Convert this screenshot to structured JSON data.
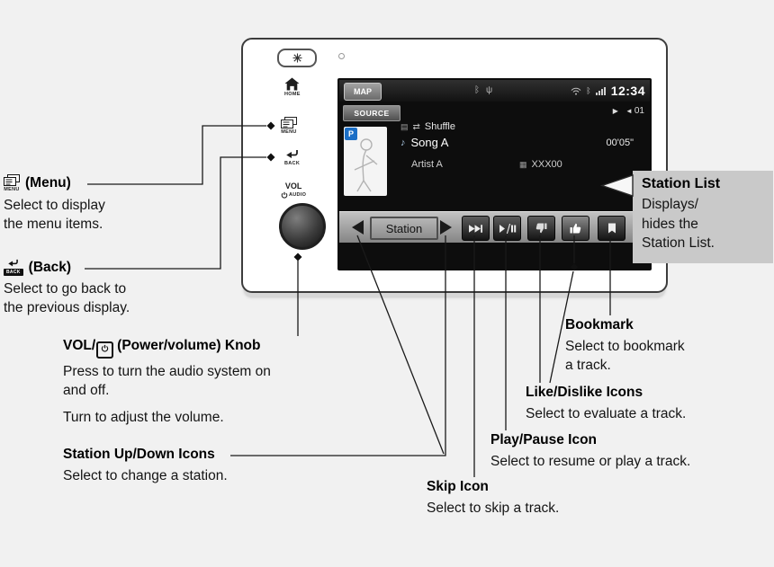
{
  "device": {
    "bezel": {
      "home": "HOME",
      "menu": "MENU",
      "back": "BACK",
      "vol": "VOL",
      "audio": "AUDIO"
    },
    "screen": {
      "map": "MAP",
      "clock": "12:34",
      "source": "SOURCE",
      "volume_level": "01",
      "badge": "P",
      "shuffle": "Shuffle",
      "song": "Song A",
      "elapsed": "00'05\"",
      "artist": "Artist A",
      "track_code": "XXX00",
      "station": "Station"
    }
  },
  "callouts": {
    "menu": {
      "icon_label": "MENU",
      "title": "(Menu)",
      "body": "Select to display\nthe menu items."
    },
    "back": {
      "icon_label": "BACK",
      "title": "(Back)",
      "body": "Select to go back to\nthe previous display."
    },
    "volume": {
      "title_prefix": "VOL/",
      "title_suffix": "(Power/volume) Knob",
      "body1": "Press to turn the audio system on\nand off.",
      "body2": "Turn to adjust the volume."
    },
    "station_updown": {
      "title": "Station Up/Down Icons",
      "body": "Select to change a station."
    },
    "skip": {
      "title": "Skip Icon",
      "body": "Select to skip a track."
    },
    "play_pause": {
      "title": "Play/Pause Icon",
      "body": "Select to resume or play a track."
    },
    "like_dislike": {
      "title": "Like/Dislike Icons",
      "body": "Select to evaluate a track."
    },
    "bookmark": {
      "title": "Bookmark",
      "body": "Select to bookmark\na track."
    },
    "station_list": {
      "title": "Station List",
      "body": "Displays/\nhides the\nStation List."
    }
  },
  "colors": {
    "badge_blue": "#1c6fc6",
    "callout_box_bg": "#c9c9c9",
    "screen_bg": "#0d0d0d"
  }
}
